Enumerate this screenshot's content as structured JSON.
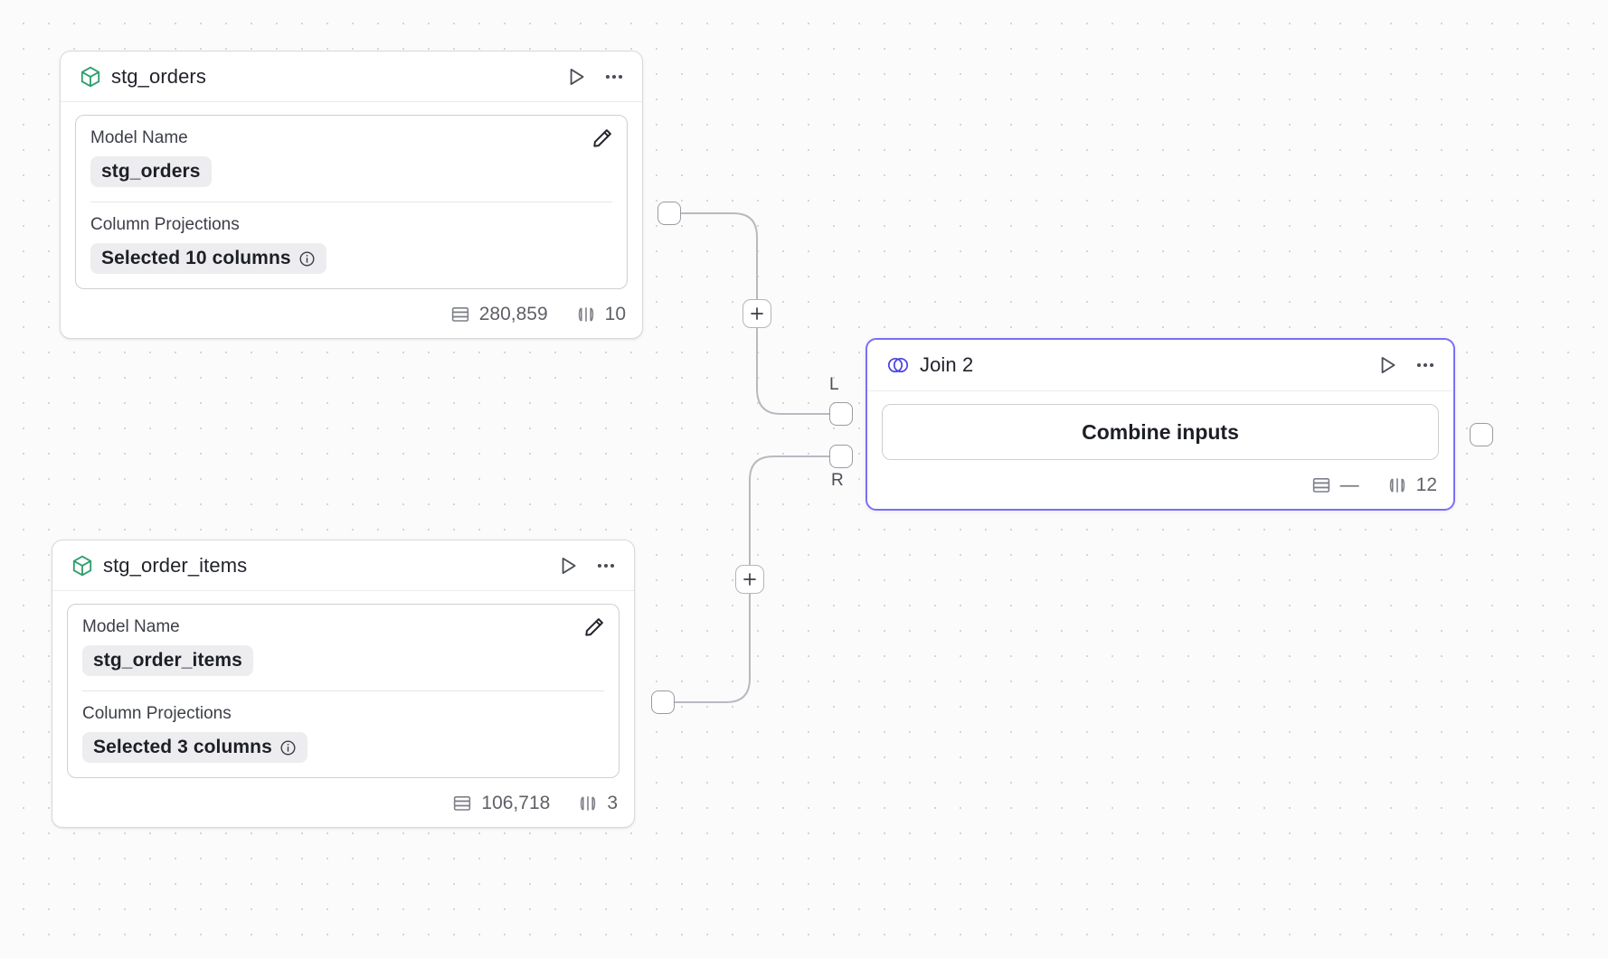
{
  "canvas": {
    "background_color": "#fbfbfb",
    "dot_color": "#d6d6d6",
    "accent_color": "#7c6ef6",
    "model_icon_color": "#2e9e6b"
  },
  "nodes": [
    {
      "id": "stg_orders",
      "title": "stg_orders",
      "icon": "cube-icon",
      "selected": false,
      "fields": {
        "model_name_label": "Model Name",
        "model_name_value": "stg_orders",
        "column_projections_label": "Column Projections",
        "column_projections_value": "Selected 10 columns"
      },
      "footer": {
        "row_count": "280,859",
        "column_count": "10"
      }
    },
    {
      "id": "stg_order_items",
      "title": "stg_order_items",
      "icon": "cube-icon",
      "selected": false,
      "fields": {
        "model_name_label": "Model Name",
        "model_name_value": "stg_order_items",
        "column_projections_label": "Column Projections",
        "column_projections_value": "Selected 3 columns"
      },
      "footer": {
        "row_count": "106,718",
        "column_count": "3"
      }
    },
    {
      "id": "join_2",
      "title": "Join 2",
      "icon": "venn-join-icon",
      "selected": true,
      "body_label": "Combine inputs",
      "footer": {
        "row_count": "—",
        "column_count": "12"
      },
      "input_ports": [
        {
          "label": "L"
        },
        {
          "label": "R"
        }
      ]
    }
  ],
  "edge_controls": [
    {
      "label": "+",
      "name": "add-node-on-edge-top"
    },
    {
      "label": "+",
      "name": "add-node-on-edge-bottom"
    }
  ],
  "icons": {
    "run": "play-icon",
    "more": "more-options-icon",
    "edit": "pencil-icon",
    "info": "info-icon",
    "rows": "rows-icon",
    "columns": "columns-icon"
  }
}
